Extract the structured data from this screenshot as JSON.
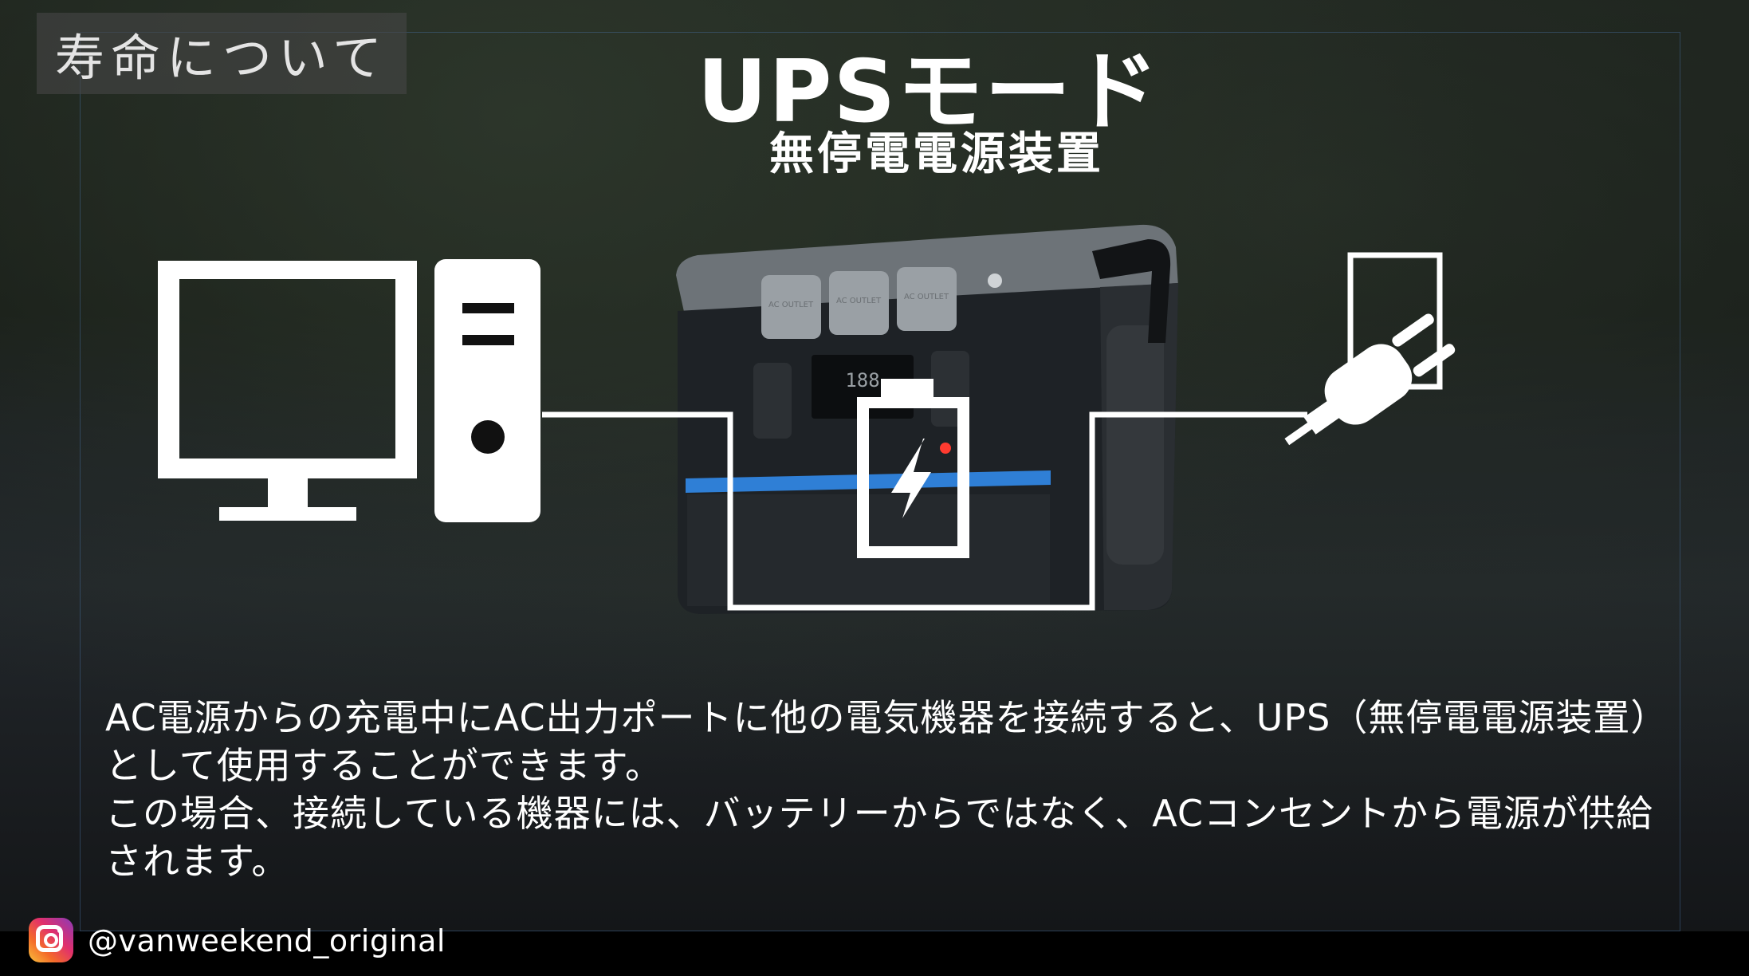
{
  "corner_tag": "寿命について",
  "title": "UPSモード",
  "subtitle": "無停電電源装置",
  "device_labels": {
    "outlet_1": "AC OUTLET",
    "outlet_2": "AC OUTLET",
    "outlet_3": "AC OUTLET",
    "display_reading": "188"
  },
  "body": {
    "paragraph_1": "AC電源からの充電中にAC出力ポートに他の電気機器を接続すると、UPS（無停電電源装置）として使用することができます。",
    "paragraph_2": "この場合、接続している機器には、バッテリーからではなく、ACコンセントから電源が供給されます。"
  },
  "footer": {
    "handle": "@vanweekend_original",
    "icon": "instagram-icon"
  },
  "colors": {
    "text": "#ffffff",
    "accent_blue": "#2f7fd6",
    "frame": "#466ea0"
  }
}
